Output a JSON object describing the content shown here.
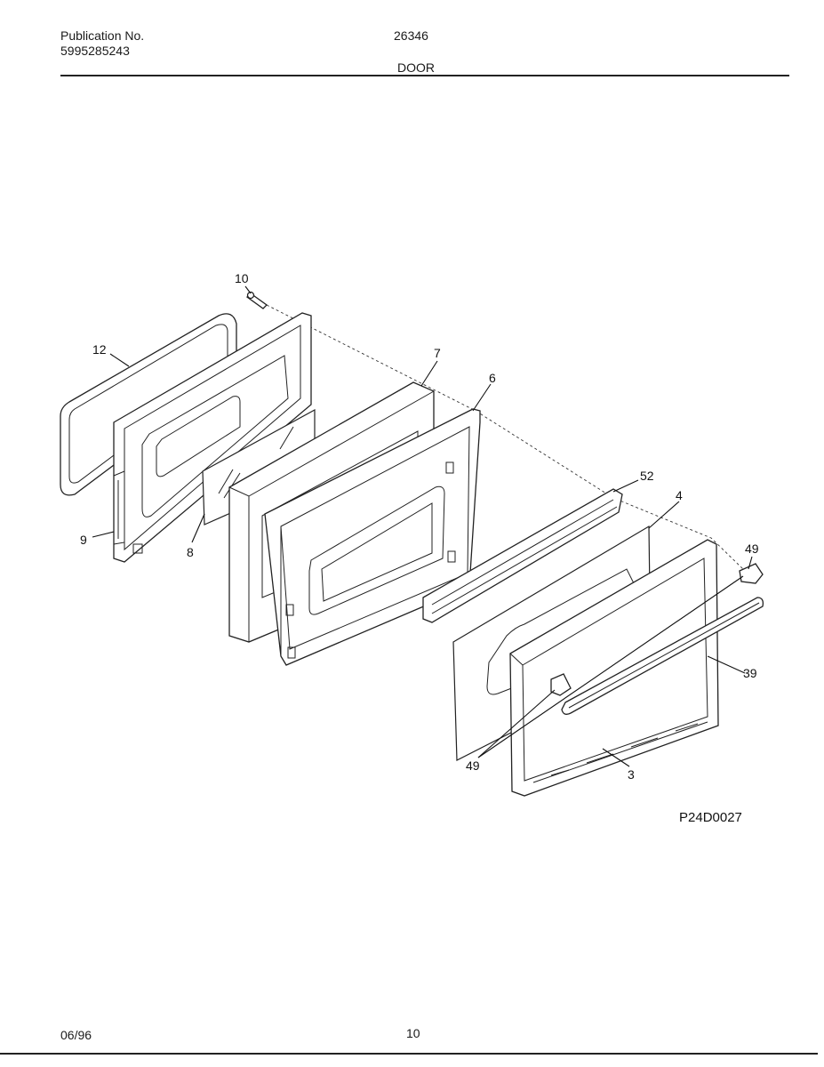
{
  "header": {
    "publication_label": "Publication No.",
    "publication_number": "5995285243",
    "model_number": "26346",
    "section_title": "DOOR"
  },
  "diagram": {
    "drawing_id": "P24D0027",
    "callouts": {
      "c10": "10",
      "c12": "12",
      "c7": "7",
      "c6": "6",
      "c52": "52",
      "c4": "4",
      "c49_right": "49",
      "c9": "9",
      "c8": "8",
      "c39": "39",
      "c49_bottom": "49",
      "c3": "3"
    }
  },
  "footer": {
    "date": "06/96",
    "page_number": "10"
  }
}
